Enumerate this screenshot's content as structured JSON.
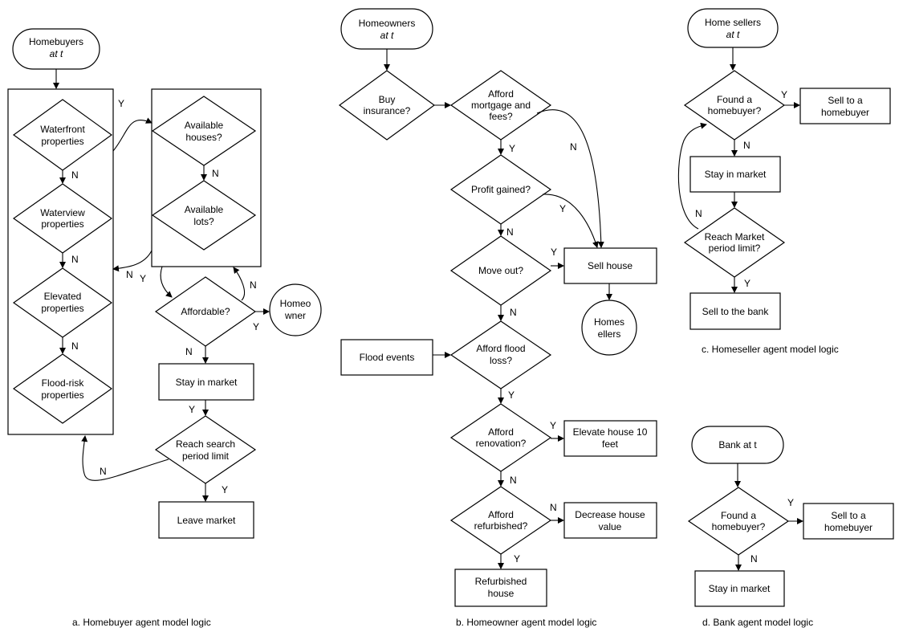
{
  "diagram": {
    "homebuyer": {
      "start": [
        "Homebuyers",
        "at t"
      ],
      "waterfront": [
        "Waterfront",
        "properties"
      ],
      "waterview": [
        "Waterview",
        "properties"
      ],
      "elevated": [
        "Elevated",
        "properties"
      ],
      "floodrisk": [
        "Flood-risk",
        "properties"
      ],
      "available_houses": [
        "Available",
        "houses?"
      ],
      "available_lots": [
        "Available",
        "lots?"
      ],
      "affordable": "Affordable?",
      "homeowner": [
        "Homeo",
        "wner"
      ],
      "stay": "Stay in market",
      "reach_search": [
        "Reach search",
        "period limit"
      ],
      "leave": "Leave market",
      "caption": "a. Homebuyer agent model logic"
    },
    "homeowner": {
      "start": [
        "Homeowners",
        "at t"
      ],
      "buy_insurance": [
        "Buy",
        "insurance?"
      ],
      "afford_mortgage": [
        "Afford",
        "mortgage and",
        "fees?"
      ],
      "profit": "Profit gained?",
      "move_out": "Move out?",
      "sell_house": "Sell house",
      "homesellers": [
        "Homes",
        "ellers"
      ],
      "flood_events": "Flood events",
      "afford_flood": [
        "Afford flood",
        "loss?"
      ],
      "afford_renovation": [
        "Afford",
        "renovation?"
      ],
      "elevate": [
        "Elevate house 10",
        "feet"
      ],
      "afford_refurbished": [
        "Afford",
        "refurbished?"
      ],
      "decrease": [
        "Decrease house",
        "value"
      ],
      "refurbished": [
        "Refurbished",
        "house"
      ],
      "caption": "b. Homeowner agent model logic"
    },
    "homeseller": {
      "start": [
        "Home sellers",
        "at t"
      ],
      "found": [
        "Found a",
        "homebuyer?"
      ],
      "sell_to": [
        "Sell to a",
        "homebuyer"
      ],
      "stay": "Stay in market",
      "reach_market": [
        "Reach Market",
        "period limit?"
      ],
      "sell_bank": "Sell to the bank",
      "caption": "c. Homeseller agent model logic"
    },
    "bank": {
      "start": "Bank at t",
      "found": [
        "Found a",
        "homebuyer?"
      ],
      "sell_to": [
        "Sell to a",
        "homebuyer"
      ],
      "stay": "Stay in market",
      "caption": "d. Bank agent model logic"
    },
    "edge_labels": {
      "yes": "Y",
      "no": "N"
    }
  }
}
